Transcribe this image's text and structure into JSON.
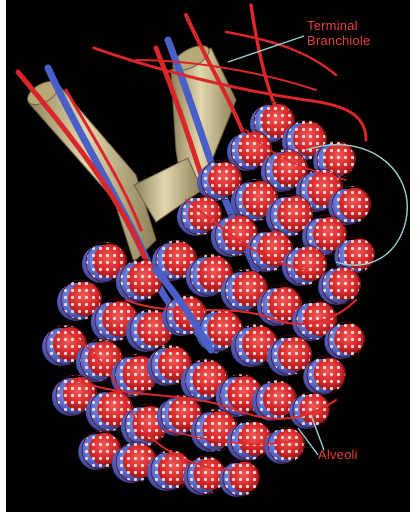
{
  "labels": {
    "terminal_line1": "Terminal",
    "terminal_line2": "Branchiole",
    "alveoli": "Alveoli"
  },
  "colors": {
    "background": "#000000",
    "label_text": "#e8403a",
    "artery_red": "#d9262a",
    "vein_blue": "#4a5fc8",
    "bronchiole_tan": "#c9b98c",
    "capillary_mesh": "#f2f2f2",
    "callout_line": "#9fcfcf"
  }
}
